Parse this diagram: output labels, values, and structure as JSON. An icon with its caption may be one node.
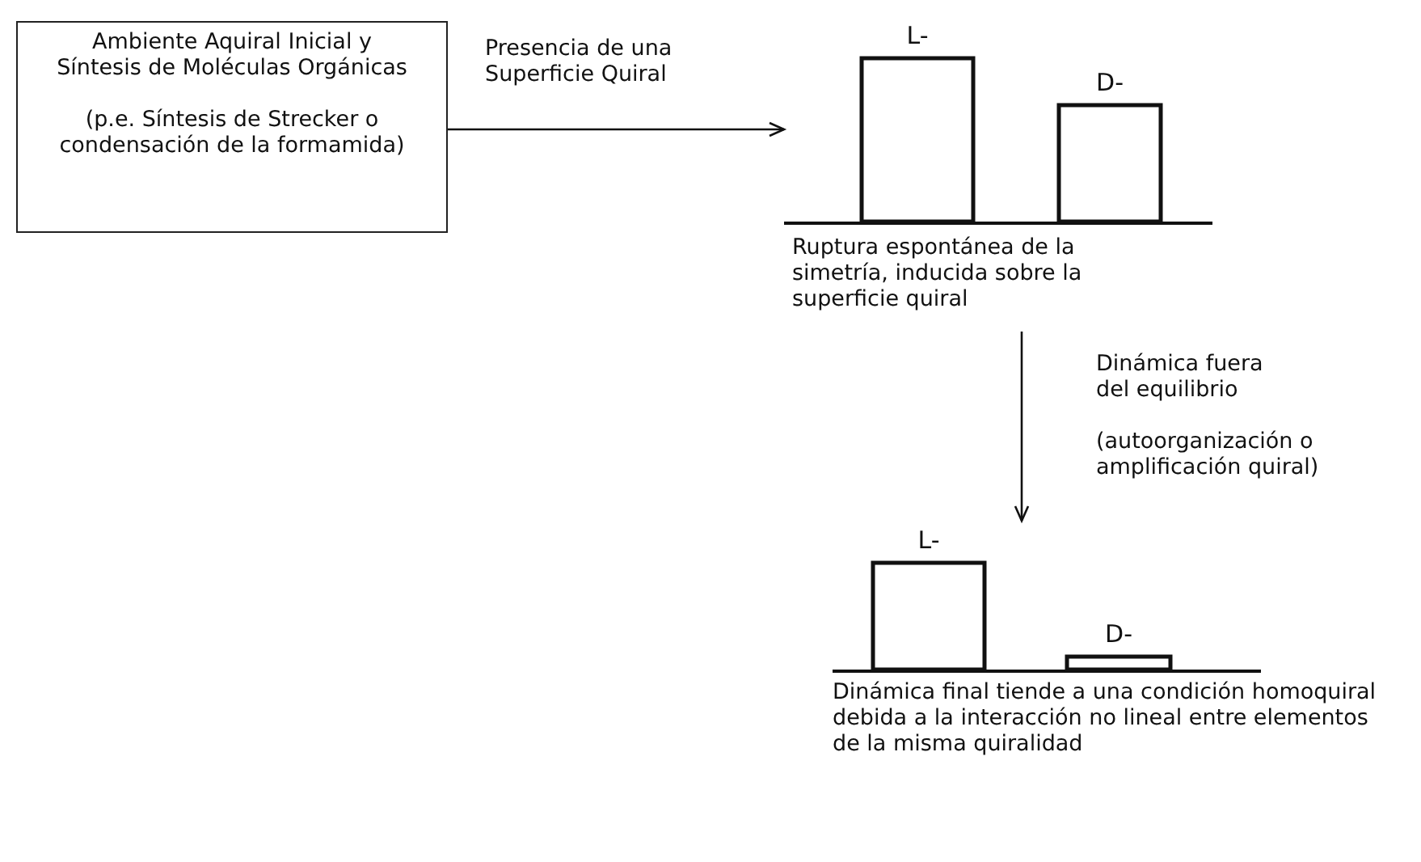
{
  "diagram": {
    "nodes": [
      {
        "text": [
          "Ambiente Aquiral Inicial y Síntesis de Moléculas Orgánicas",
          "(p.e. Síntesis de Strecker o condensación de la formamida)"
        ]
      },
      {
        "text": [
          "L-",
          "D-"
        ],
        "beside": [
          "Ruptura espontánea de la simetría, inducida sobre la superficie quiral"
        ]
      },
      {
        "text": [
          "L-",
          "D-"
        ],
        "beside": [
          "Dinámica final tiende a una condición homoquiral debida a la interacción no lineal entre elementos de la misma quiralidad"
        ]
      }
    ],
    "edges": [
      {
        "from": 0,
        "to": 1,
        "arrow": "to",
        "label": "Presencia de una Superficie Quiral"
      },
      {
        "from": 1,
        "to": 2,
        "arrow": "to",
        "label": "Dinámica fuera del equilibrio"
      }
    ],
    "labels": [
      "(autoorganización o amplificación quiral)"
    ]
  }
}
